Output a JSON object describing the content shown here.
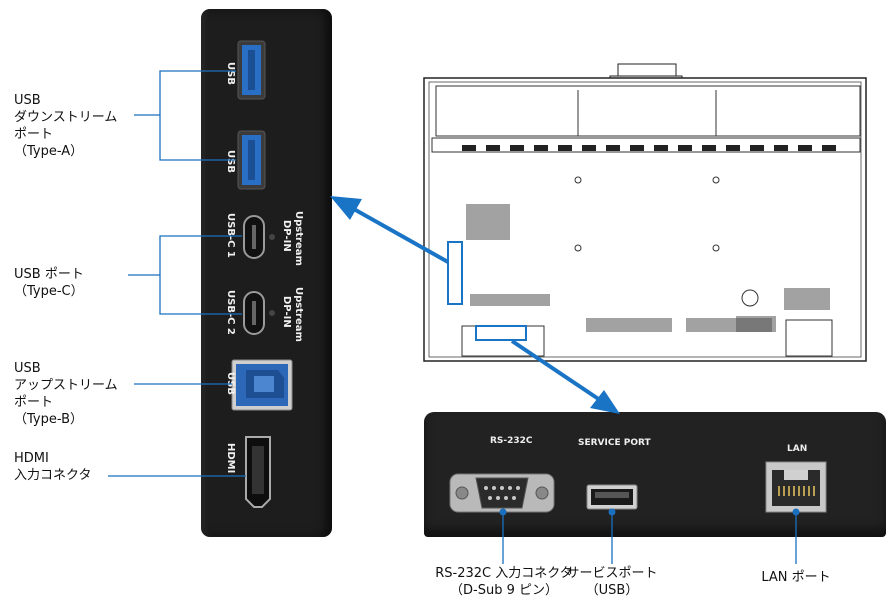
{
  "side_labels": {
    "usb_down": "USB\nダウンストリーム\nポート\n（Type-A）",
    "usb_c": "USB ポート\n（Type-C）",
    "usb_up": "USB\nアップストリーム\nポート\n（Type-B）",
    "hdmi": "HDMI\n入力コネクタ"
  },
  "panel_port_text": {
    "usb_1": "USB",
    "usb_2": "USB",
    "usbc_1": "USB-C 1",
    "usbc_2": "USB-C 2",
    "upstream_1": "Upstream",
    "dpin_1": "DP-IN",
    "upstream_2": "Upstream",
    "dpin_2": "DP-IN",
    "usb_3": "USB",
    "hdmi": "HDMI"
  },
  "bottom_panel": {
    "rs232c_title": "RS-232C",
    "service_title": "SERVICE PORT",
    "lan_title": "LAN"
  },
  "bottom_labels": {
    "rs232c": "RS-232C 入力コネクタ\n（D-Sub 9 ピン）",
    "service": "サービスポート\n（USB）",
    "lan": "LAN ポート"
  },
  "colors": {
    "callout_line": "#1a6fbf",
    "arrow": "#1a74c6",
    "usb_blue": "#2a72c9",
    "panel_dark": "#1d1d1d"
  }
}
